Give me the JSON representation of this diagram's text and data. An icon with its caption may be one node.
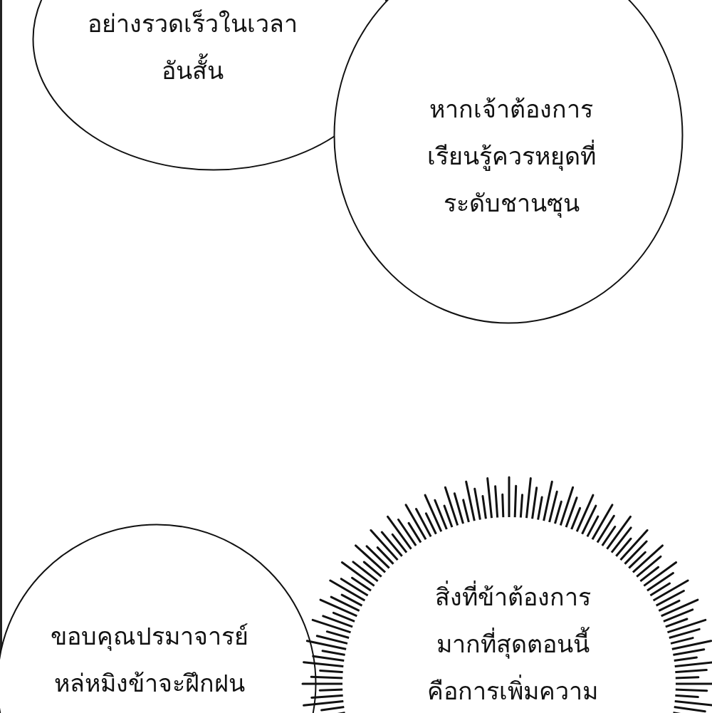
{
  "diagram": {
    "nodes": [
      {
        "text": [
          "อย่างรวดเร็วในเวลา อันสั้น"
        ]
      },
      {
        "text": [
          "หากเจ้าต้องการ เรียนรู้ควรหยุดที่ ระดับชานซุน"
        ]
      },
      {
        "text": [
          "ขอบคุณปรมาจารย์ หล่หมิงข้าจะฝึกฝน"
        ]
      },
      {
        "text": [
          "สิ่งที่ข้าต้องการ มากที่สุดตอนนี้ คือการเพิ่มความ"
        ]
      }
    ],
    "edges": []
  }
}
